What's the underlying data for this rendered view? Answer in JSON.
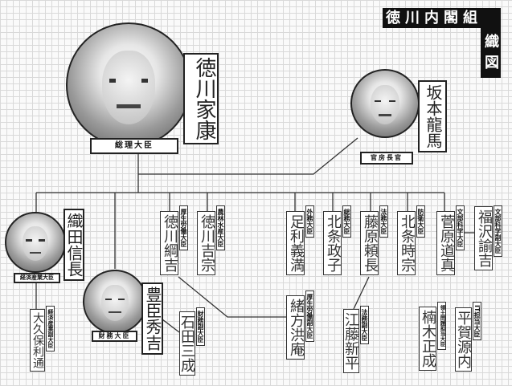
{
  "title": {
    "line1": "徳川内閣組",
    "line2": "織図"
  },
  "people": {
    "ieyasu": {
      "name": "徳川家康",
      "role": "総理大臣"
    },
    "ryoma": {
      "name": "坂本龍馬",
      "role": "官房長官"
    },
    "nobunaga": {
      "name": "織田信長",
      "role": "経済産業大臣"
    },
    "okubo": {
      "name": "大久保利通",
      "role": "経済産業副大臣"
    },
    "hideyoshi": {
      "name": "豊臣秀吉",
      "role": "財務大臣"
    },
    "ishida": {
      "name": "石田三成",
      "role": "財務副大臣"
    },
    "tsunayoshi": {
      "name": "徳川綱吉",
      "role": "厚生労働大臣"
    },
    "yoshimune": {
      "name": "徳川吉宗",
      "role": "農林水産大臣"
    },
    "ogata": {
      "name": "緒方洪庵",
      "role": "厚生労働副大臣"
    },
    "yoshimitsu": {
      "name": "足利義満",
      "role": "外務大臣"
    },
    "masako": {
      "name": "北条政子",
      "role": "総務大臣"
    },
    "yorinaga": {
      "name": "藤原頼長",
      "role": "法務大臣"
    },
    "eto": {
      "name": "江藤新平",
      "role": "法務副大臣"
    },
    "tokimune": {
      "name": "北条時宗",
      "role": "防衛大臣"
    },
    "michizane": {
      "name": "菅原道真",
      "role": "文部科学大臣"
    },
    "fukuzawa": {
      "name": "福沢諭吉",
      "role": "文部科学副大臣"
    },
    "kusunoki": {
      "name": "楠木正成",
      "role": "領土問題担当大臣"
    },
    "hiraga": {
      "name": "平賀源内",
      "role": "IT担当大臣"
    }
  }
}
